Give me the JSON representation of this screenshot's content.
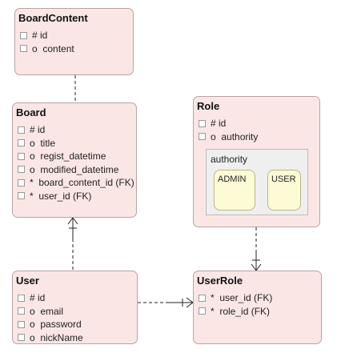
{
  "entities": {
    "board_content": {
      "name": "BoardContent",
      "attrs": [
        "# id",
        "o  content"
      ]
    },
    "board": {
      "name": "Board",
      "attrs": [
        "# id",
        "o  title",
        "o  regist_datetime",
        "o  modified_datetime",
        "*  board_content_id (FK)",
        "*  user_id (FK)"
      ]
    },
    "role": {
      "name": "Role",
      "attrs": [
        "# id",
        "o  authority"
      ],
      "domain": {
        "title": "authority",
        "values": [
          "ADMIN",
          "USER"
        ]
      }
    },
    "user": {
      "name": "User",
      "attrs": [
        "# id",
        "o  email",
        "o  password",
        "o  nickName"
      ]
    },
    "user_role": {
      "name": "UserRole",
      "attrs": [
        "*  user_id (FK)",
        "*  role_id (FK)"
      ]
    }
  },
  "colors": {
    "entity_fill": "#fbe6e6",
    "entity_border": "#b9a3a3",
    "value_fill": "#fdfbd6",
    "line": "#222222"
  }
}
